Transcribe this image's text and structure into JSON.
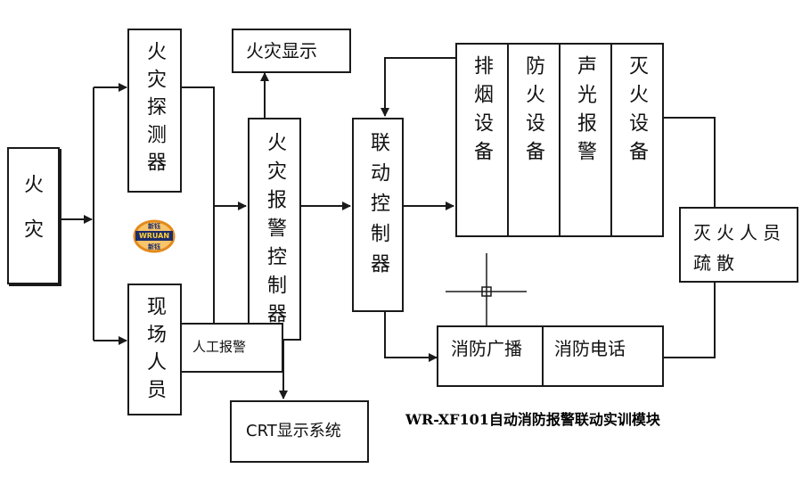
{
  "blocks": {
    "fire": "火灾",
    "fire_detection": "火灾探测器",
    "on_site_personnel": "现场人员",
    "fire_display": "火灾显示",
    "fire_alarm_controller": "火灾报警控制器",
    "manual_alarm": "人工报警",
    "crt_display": "CRT显示系统",
    "linkage_controller": "联动控制器",
    "smoke_exhaust": "排烟设备",
    "fire_prevention": "防火设备",
    "audio_visual_alarm": "声光报警",
    "extinguishing_equipment": "灭火设备",
    "fire_broadcast": "消防广播",
    "fire_telephone": "消防电话",
    "extinguish_evacuate": "灭火人员疏散"
  },
  "logo": {
    "top_text": "新钰",
    "middle_text": "WRUAN",
    "bottom_text": "新钰"
  },
  "caption": "WR-XF101自动消防报警联动实训模块",
  "colors": {
    "line": "#1a1a1a",
    "logo_ring": "#e38a1c"
  }
}
